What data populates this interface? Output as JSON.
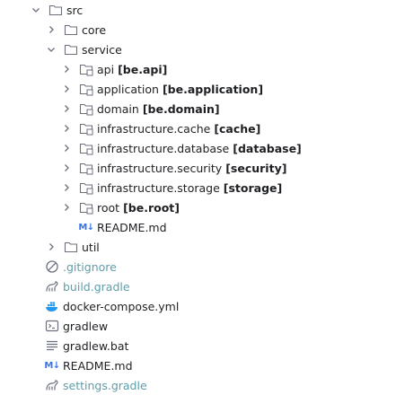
{
  "tree": {
    "src": "src",
    "core": "core",
    "service": "service",
    "modules": [
      {
        "name": "api",
        "module": "[be.api]"
      },
      {
        "name": "application",
        "module": "[be.application]"
      },
      {
        "name": "domain",
        "module": "[be.domain]"
      },
      {
        "name": "infrastructure.cache",
        "module": "[cache]"
      },
      {
        "name": "infrastructure.database",
        "module": "[database]"
      },
      {
        "name": "infrastructure.security",
        "module": "[security]"
      },
      {
        "name": "infrastructure.storage",
        "module": "[storage]"
      },
      {
        "name": "root",
        "module": "[be.root]"
      }
    ],
    "service_readme": "README.md",
    "util": "util",
    "gitignore": ".gitignore",
    "build_gradle": "build.gradle",
    "docker_compose": "docker-compose.yml",
    "gradlew": "gradlew",
    "gradlew_bat": "gradlew.bat",
    "root_readme": "README.md",
    "settings_gradle": "settings.gradle"
  },
  "colors": {
    "text": "#1e1f22",
    "ignored_text": "#5e9ea8",
    "icon_gray": "#6c707e",
    "accent_blue": "#3574f0",
    "docker_blue": "#2396ed"
  },
  "icons": {
    "expanded": "chevron-down-icon",
    "collapsed": "chevron-right-icon",
    "folder": "folder-icon",
    "module": "module-folder-icon",
    "markdown": "markdown-icon",
    "ignore": "ignore-file-icon",
    "gradle": "gradle-icon",
    "docker": "docker-icon",
    "terminal": "terminal-icon",
    "text_file": "text-file-icon"
  }
}
